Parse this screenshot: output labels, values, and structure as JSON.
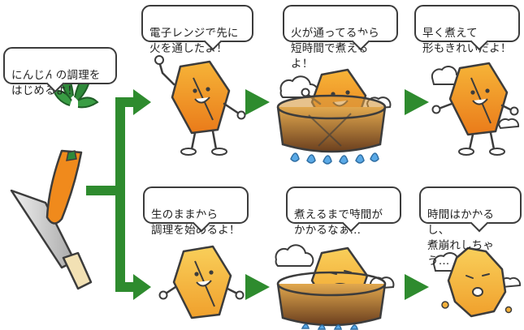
{
  "colors": {
    "arrow_green": "#2e8b2e",
    "veggie_orange": "#f08a1c",
    "veggie_yellow": "#f7b733",
    "outline": "#3c3c3c",
    "pot_brown": "#8a5a2b",
    "flame_blue": "#5aa9e6"
  },
  "intro": {
    "speech": "にんじんの調理を\nはじめるよ！"
  },
  "top_row": {
    "steps": [
      {
        "speech": "電子レンジで先に\n火を通したよ！",
        "pose": "cheerful-pointing"
      },
      {
        "speech": "火が通ってるから\n短時間で煮えるよ！",
        "pose": "in-pot-happy"
      },
      {
        "speech": "早く煮えて、\n形もきれいだよ！",
        "pose": "proud-intact"
      }
    ]
  },
  "bottom_row": {
    "steps": [
      {
        "speech": "生のままから\n調理を始めるよ！",
        "pose": "cheerful-raw"
      },
      {
        "speech": "煮えるまで時間が\nかかるなぁ…",
        "pose": "in-pot-tired"
      },
      {
        "speech": "時間はかかるし、\n煮崩れしちゃう…",
        "pose": "crumbled-sad"
      }
    ]
  },
  "icons": [
    "carrot-icon",
    "knife-icon",
    "pot-icon",
    "gas-flame-icon",
    "steam-cloud-icon",
    "arrow-right-icon"
  ]
}
